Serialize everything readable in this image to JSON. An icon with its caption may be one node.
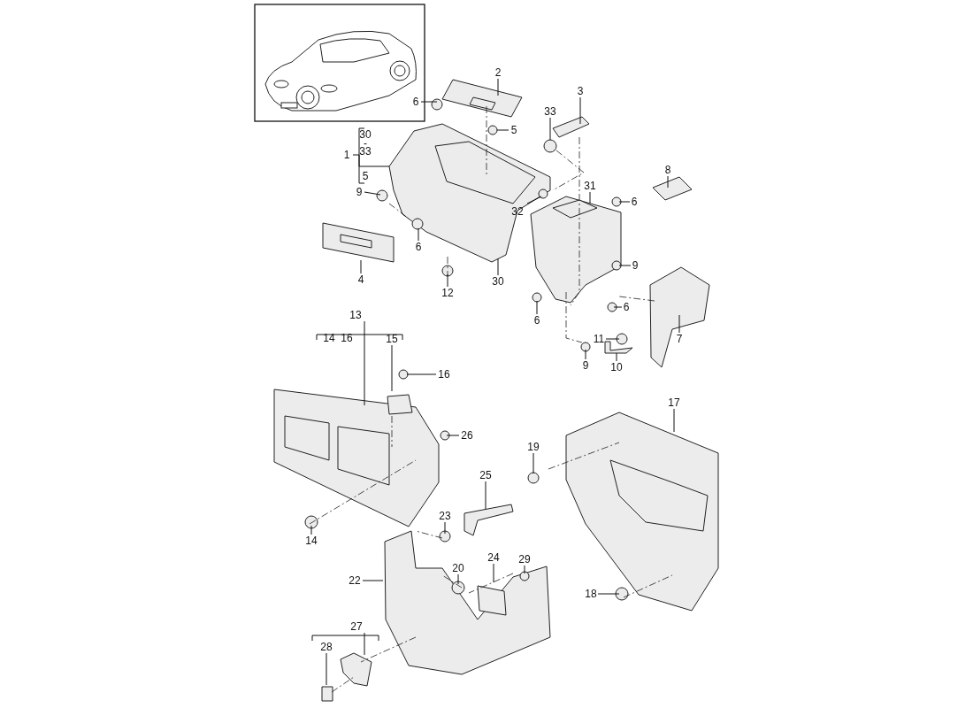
{
  "diagram": {
    "nodes": [
      {
        "text": [
          "1"
        ]
      },
      {
        "text": [
          "2"
        ]
      },
      {
        "text": [
          "3"
        ]
      },
      {
        "text": [
          "33"
        ]
      },
      {
        "text": [
          "6"
        ]
      },
      {
        "text": [
          "5"
        ]
      },
      {
        "text": [
          "9"
        ]
      },
      {
        "text": [
          "6"
        ]
      },
      {
        "text": [
          "4"
        ]
      },
      {
        "text": [
          "12"
        ]
      },
      {
        "text": [
          "30"
        ]
      },
      {
        "text": [
          "32"
        ]
      },
      {
        "text": [
          "31"
        ]
      },
      {
        "text": [
          "6"
        ]
      },
      {
        "text": [
          "8"
        ]
      },
      {
        "text": [
          "9"
        ]
      },
      {
        "text": [
          "7"
        ]
      },
      {
        "text": [
          "6"
        ]
      },
      {
        "text": [
          "6"
        ]
      },
      {
        "text": [
          "11"
        ]
      },
      {
        "text": [
          "9"
        ]
      },
      {
        "text": [
          "10"
        ]
      },
      {
        "text": [
          "13"
        ]
      },
      {
        "text": [
          "15"
        ]
      },
      {
        "text": [
          "16"
        ]
      },
      {
        "text": [
          "26"
        ]
      },
      {
        "text": [
          "19"
        ]
      },
      {
        "text": [
          "17"
        ]
      },
      {
        "text": [
          "25"
        ]
      },
      {
        "text": [
          "14"
        ]
      },
      {
        "text": [
          "23"
        ]
      },
      {
        "text": [
          "20"
        ]
      },
      {
        "text": [
          "24"
        ]
      },
      {
        "text": [
          "29"
        ]
      },
      {
        "text": [
          "22"
        ]
      },
      {
        "text": [
          "18"
        ]
      },
      {
        "text": [
          "27"
        ]
      },
      {
        "text": [
          "28"
        ]
      }
    ],
    "edges": [
      {
        "from": 0,
        "to": null,
        "arrow": "none"
      },
      {
        "from": 1,
        "to": null,
        "arrow": "none"
      },
      {
        "from": 2,
        "to": null,
        "arrow": "none"
      },
      {
        "from": 3,
        "to": null,
        "arrow": "none"
      },
      {
        "from": 4,
        "to": null,
        "arrow": "none"
      },
      {
        "from": 5,
        "to": null,
        "arrow": "none"
      },
      {
        "from": 6,
        "to": null,
        "arrow": "none"
      },
      {
        "from": 7,
        "to": null,
        "arrow": "none"
      },
      {
        "from": 8,
        "to": null,
        "arrow": "none"
      },
      {
        "from": 9,
        "to": null,
        "arrow": "none"
      },
      {
        "from": 10,
        "to": null,
        "arrow": "none"
      },
      {
        "from": 11,
        "to": null,
        "arrow": "none"
      },
      {
        "from": 12,
        "to": null,
        "arrow": "none"
      },
      {
        "from": 13,
        "to": null,
        "arrow": "none"
      },
      {
        "from": 14,
        "to": null,
        "arrow": "none"
      },
      {
        "from": 15,
        "to": null,
        "arrow": "none"
      },
      {
        "from": 16,
        "to": null,
        "arrow": "none"
      },
      {
        "from": 17,
        "to": null,
        "arrow": "none"
      },
      {
        "from": 18,
        "to": null,
        "arrow": "none"
      },
      {
        "from": 19,
        "to": null,
        "arrow": "none"
      },
      {
        "from": 20,
        "to": null,
        "arrow": "none"
      },
      {
        "from": 21,
        "to": null,
        "arrow": "none"
      },
      {
        "from": 22,
        "to": null,
        "arrow": "none"
      },
      {
        "from": 23,
        "to": null,
        "arrow": "none"
      },
      {
        "from": 24,
        "to": null,
        "arrow": "none"
      },
      {
        "from": 25,
        "to": null,
        "arrow": "none"
      },
      {
        "from": 26,
        "to": null,
        "arrow": "none"
      },
      {
        "from": 27,
        "to": null,
        "arrow": "none"
      },
      {
        "from": 28,
        "to": null,
        "arrow": "none"
      },
      {
        "from": 29,
        "to": null,
        "arrow": "none"
      },
      {
        "from": 30,
        "to": null,
        "arrow": "none"
      },
      {
        "from": 31,
        "to": null,
        "arrow": "none"
      },
      {
        "from": 32,
        "to": null,
        "arrow": "none"
      },
      {
        "from": 33,
        "to": null,
        "arrow": "none"
      },
      {
        "from": 34,
        "to": null,
        "arrow": "none"
      },
      {
        "from": 35,
        "to": null,
        "arrow": "none"
      },
      {
        "from": 36,
        "to": null,
        "arrow": "none"
      },
      {
        "from": 37,
        "to": null,
        "arrow": "none"
      }
    ],
    "labels": [
      "30",
      "-",
      "33",
      "5",
      "14",
      "16"
    ]
  }
}
